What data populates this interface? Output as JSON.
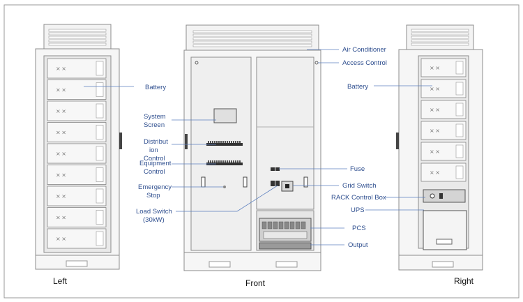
{
  "views": {
    "left": "Left",
    "front": "Front",
    "right": "Right"
  },
  "labels": {
    "battery_left": "Battery",
    "system_screen_1": "System",
    "system_screen_2": "Screen",
    "distribution_1": "Distribut",
    "distribution_2": "ion",
    "distribution_3": "Control",
    "equipment_1": "Equipment",
    "equipment_2": "Control",
    "emergency_1": "Emergency",
    "emergency_2": "Stop",
    "load_switch_1": "Load Switch",
    "load_switch_2": "(30kW)",
    "air_conditioner": "Air Conditioner",
    "access_control": "Access Control",
    "fuse": "Fuse",
    "grid_switch": "Grid Switch",
    "pcs": "PCS",
    "output": "Output",
    "battery_right": "Battery",
    "rack_control_box": "RACK Control Box",
    "ups": "UPS"
  },
  "colors": {
    "frame": "#9a9a9a",
    "panel": "#f1f1f1",
    "label": "#2f4f8f",
    "leader": "#5b7fbf"
  }
}
